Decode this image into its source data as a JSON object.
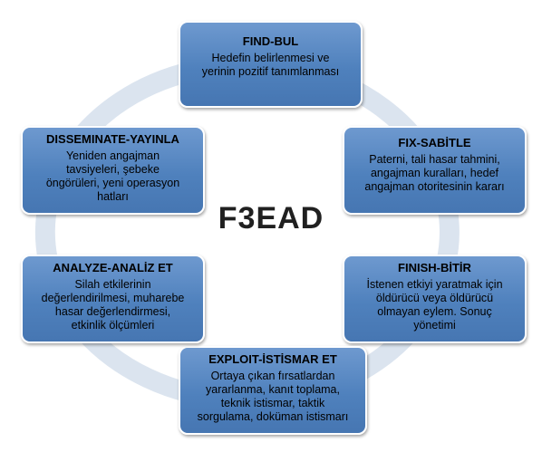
{
  "center_title": "F3EAD",
  "colors": {
    "box_fill": "#4f81bd",
    "box_border": "#ffffff",
    "ring": "#dbe4ef"
  },
  "steps": [
    {
      "title": "FIND-BUL",
      "lines": [
        "Hedefin belirlenmesi ve",
        "yerinin pozitif tanımlanması"
      ]
    },
    {
      "title": "FIX-SABİTLE",
      "lines": [
        "Paterni, tali  hasar tahmini,",
        "angajman kuralları, hedef",
        "angajman otoritesinin kararı"
      ]
    },
    {
      "title": "FINISH-BİTİR",
      "lines": [
        "İstenen etkiyi yaratmak için",
        "öldürücü veya öldürücü",
        "olmayan  eylem. Sonuç",
        "yönetimi"
      ]
    },
    {
      "title": "EXPLOIT-İSTİSMAR ET",
      "lines": [
        "Ortaya çıkan fırsatlardan",
        "yararlanma, kanıt toplama,",
        "teknik istismar,  taktik",
        "sorgulama, doküman istismarı"
      ]
    },
    {
      "title": "ANALYZE-ANALİZ ET",
      "lines": [
        "Silah etkilerinin",
        "değerlendirilmesi, muharebe",
        "hasar değerlendirmesi,",
        "etkinlik ölçümleri"
      ]
    },
    {
      "title": "DISSEMINATE-YAYINLA",
      "lines": [
        "Yeniden angajman",
        "tavsiyeleri, şebeke",
        "öngörüleri, yeni operasyon",
        "hatları"
      ]
    }
  ]
}
